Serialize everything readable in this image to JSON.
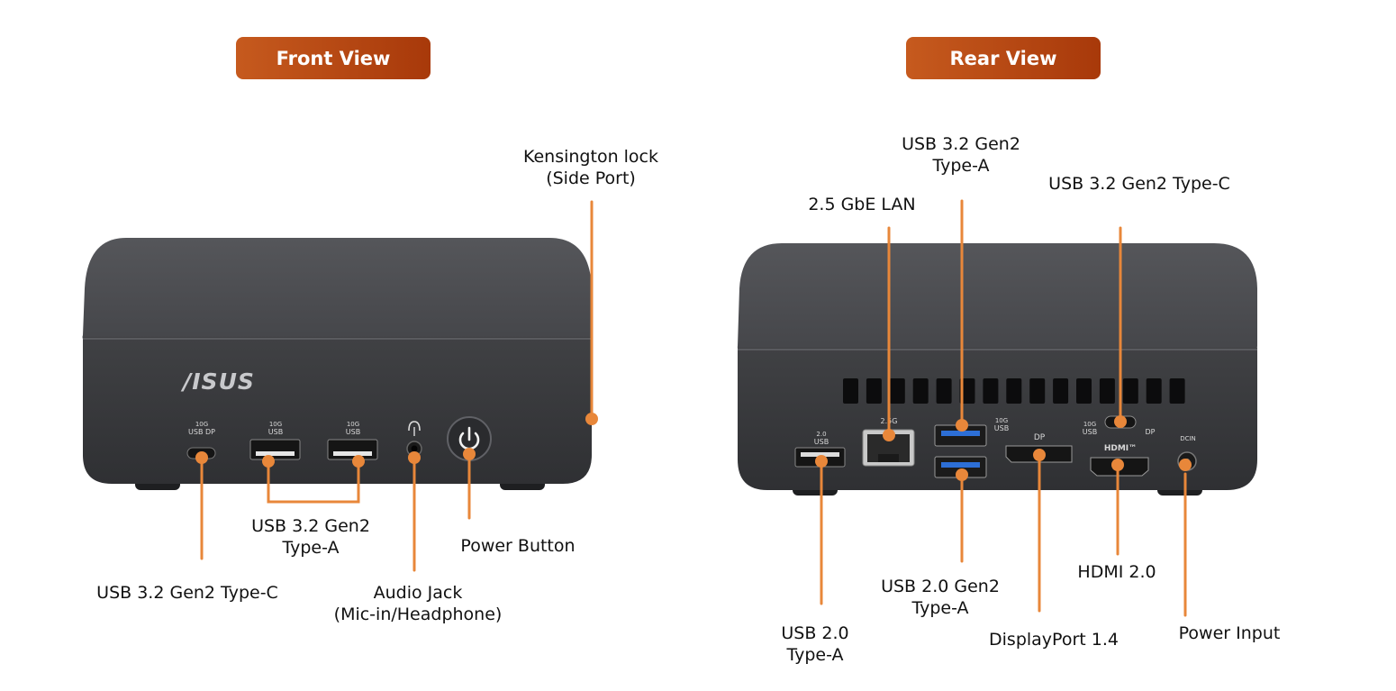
{
  "headers": {
    "front": "Front View",
    "rear": "Rear View"
  },
  "device": {
    "logo": "/ISUS",
    "front_port_marks": {
      "usbc_top": "10G",
      "usbc_bottom": "USB DP",
      "usba1_top": "10G",
      "usba1_bottom": "USB",
      "usba2_top": "10G",
      "usba2_bottom": "USB"
    },
    "rear_port_marks": {
      "usb20_top": "2.0",
      "usb20_bottom": "USB",
      "lan": "2.5G",
      "usb_stack_top": "10G",
      "usb_stack_bottom": "USB",
      "dp": "DP",
      "usbc_top": "10G",
      "usbc_bottom": "USB",
      "usbc_dp": "DP",
      "hdmi": "HDMI™",
      "dcin": "DCIN"
    }
  },
  "front_labels": {
    "kensington": [
      "Kensington lock",
      "(Side Port)"
    ],
    "usb_typea": [
      "USB 3.2 Gen2",
      "Type-A"
    ],
    "usb_typec": "USB 3.2 Gen2 Type-C",
    "audio": [
      "Audio Jack",
      "(Mic-in/Headphone)"
    ],
    "power": "Power Button"
  },
  "rear_labels": {
    "usb_typea_gen2": [
      "USB 3.2 Gen2",
      "Type-A"
    ],
    "lan": "2.5 GbE LAN",
    "usb_typec": "USB 3.2 Gen2 Type-C",
    "usb20": [
      "USB 2.0",
      "Type-A"
    ],
    "usb20_gen2": [
      "USB 2.0 Gen2",
      "Type-A"
    ],
    "displayport": "DisplayPort 1.4",
    "hdmi": "HDMI 2.0",
    "power_input": "Power Input"
  },
  "colors": {
    "accent": "#e8873a",
    "header_start": "#c65a1e",
    "header_end": "#a8390a",
    "chassis": "#3f4043",
    "chassis_top": "#4b4c50"
  }
}
